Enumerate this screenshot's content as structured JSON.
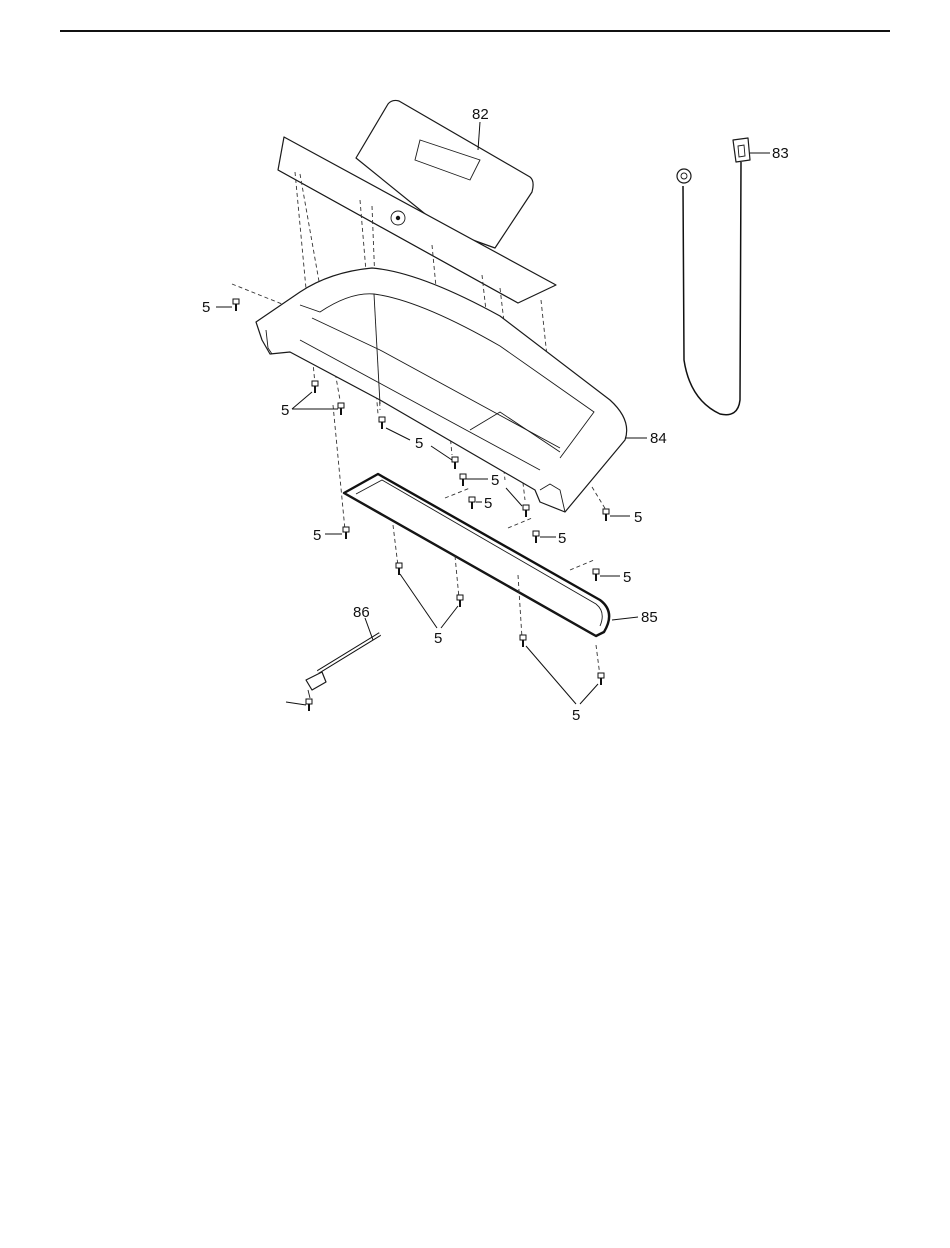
{
  "colors": {
    "ink": "#111111",
    "paper": "#ffffff"
  },
  "callouts": {
    "p82": "82",
    "p83": "83",
    "p84": "84",
    "p85": "85",
    "p86": "86",
    "p5": "5"
  }
}
